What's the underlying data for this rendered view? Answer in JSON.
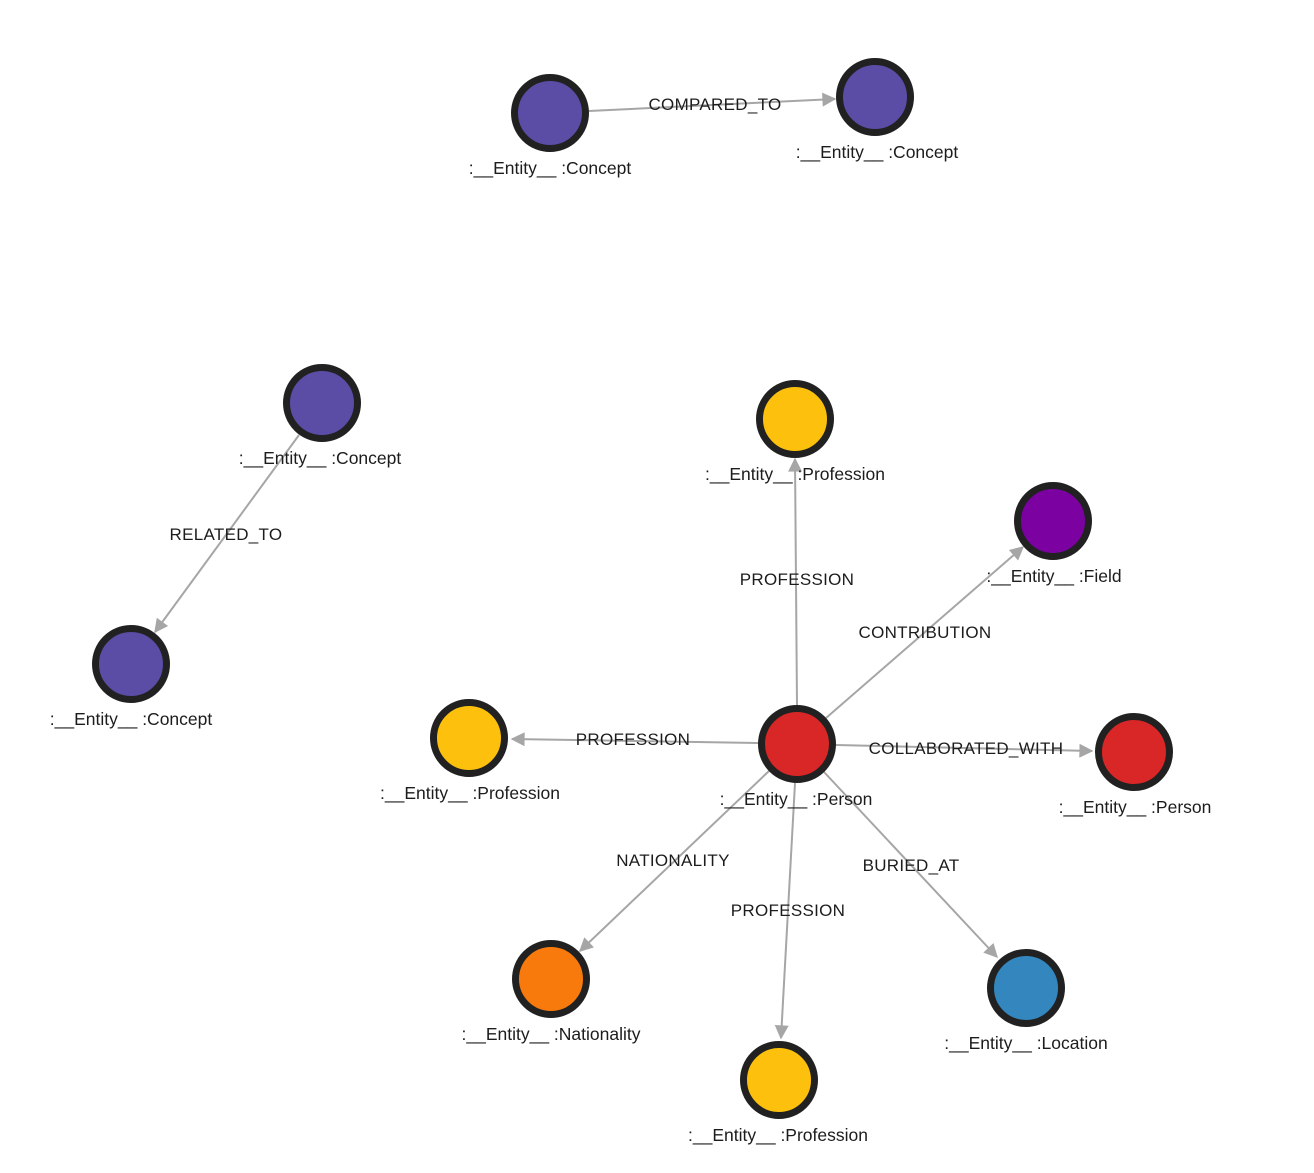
{
  "graph": {
    "background_color": "#ffffff",
    "edge_color": "#a6a6a6",
    "node_border_color": "#212121",
    "caption_color": "#1c1c1c",
    "node_colors": {
      "concept": "#5b4ca5",
      "person": "#d92627",
      "profession": "#fdc10d",
      "field": "#7b02a1",
      "nationality": "#f87a0d",
      "location": "#3387be"
    },
    "nodes": [
      {
        "id": "concept-top-left",
        "label": ":__Entity__ :Concept",
        "color": "#5b4ca5"
      },
      {
        "id": "concept-top-right",
        "label": ":__Entity__ :Concept",
        "color": "#5b4ca5"
      },
      {
        "id": "concept-mid-left",
        "label": ":__Entity__ :Concept",
        "color": "#5b4ca5"
      },
      {
        "id": "concept-lower-left",
        "label": ":__Entity__ :Concept",
        "color": "#5b4ca5"
      },
      {
        "id": "person-center",
        "label": ":__Entity__ :Person",
        "color": "#d92627"
      },
      {
        "id": "profession-top",
        "label": ":__Entity__ :Profession",
        "color": "#fdc10d"
      },
      {
        "id": "field-right",
        "label": ":__Entity__ :Field",
        "color": "#7b02a1"
      },
      {
        "id": "profession-left",
        "label": ":__Entity__ :Profession",
        "color": "#fdc10d"
      },
      {
        "id": "person-right",
        "label": ":__Entity__ :Person",
        "color": "#d92627"
      },
      {
        "id": "nationality-bottom",
        "label": ":__Entity__ :Nationality",
        "color": "#f87a0d"
      },
      {
        "id": "profession-bottom",
        "label": ":__Entity__ :Profession",
        "color": "#fdc10d"
      },
      {
        "id": "location-bottom",
        "label": ":__Entity__ :Location",
        "color": "#3387be"
      }
    ],
    "edges": [
      {
        "label": "COMPARED_TO",
        "source": "concept-top-left",
        "target": "concept-top-right"
      },
      {
        "label": "RELATED_TO",
        "source": "concept-mid-left",
        "target": "concept-lower-left"
      },
      {
        "label": "PROFESSION",
        "source": "person-center",
        "target": "profession-top"
      },
      {
        "label": "CONTRIBUTION",
        "source": "person-center",
        "target": "field-right"
      },
      {
        "label": "PROFESSION",
        "source": "person-center",
        "target": "profession-left"
      },
      {
        "label": "COLLABORATED_WITH",
        "source": "person-center",
        "target": "person-right"
      },
      {
        "label": "NATIONALITY",
        "source": "person-center",
        "target": "nationality-bottom"
      },
      {
        "label": "PROFESSION",
        "source": "person-center",
        "target": "profession-bottom"
      },
      {
        "label": "BURIED_AT",
        "source": "person-center",
        "target": "location-bottom"
      }
    ]
  }
}
